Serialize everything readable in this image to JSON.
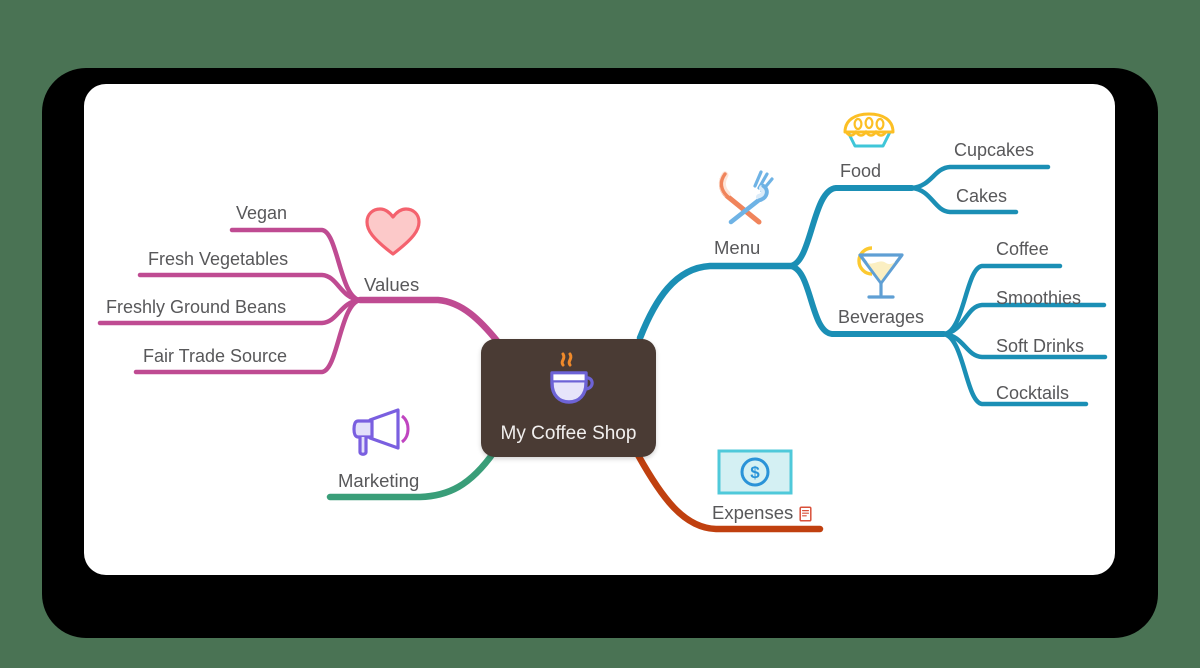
{
  "canvas": {
    "background_color": "#ffffff",
    "frame_color": "#000000",
    "page_background_color": "#4a7354"
  },
  "central": {
    "label": "My Coffee Shop",
    "icon": "coffee-cup-icon",
    "fill_color": "#4a3b34",
    "text_color": "#f1efee"
  },
  "branches": [
    {
      "id": "menu",
      "label": "Menu",
      "color": "#1b8fb5",
      "icon": "knife-fork-icon",
      "side": "right",
      "children": [
        {
          "id": "food",
          "label": "Food",
          "icon": "pie-icon",
          "children": [
            {
              "id": "cupcakes",
              "label": "Cupcakes"
            },
            {
              "id": "cakes",
              "label": "Cakes"
            }
          ]
        },
        {
          "id": "beverages",
          "label": "Beverages",
          "icon": "cocktail-glass-icon",
          "children": [
            {
              "id": "coffee",
              "label": "Coffee"
            },
            {
              "id": "smoothies",
              "label": "Smoothies"
            },
            {
              "id": "soft-drinks",
              "label": "Soft Drinks"
            },
            {
              "id": "cocktails",
              "label": "Cocktails"
            }
          ]
        }
      ]
    },
    {
      "id": "values",
      "label": "Values",
      "color": "#bf4b92",
      "icon": "heart-icon",
      "side": "left",
      "children": [
        {
          "id": "vegan",
          "label": "Vegan"
        },
        {
          "id": "fresh-vegetables",
          "label": "Fresh Vegetables"
        },
        {
          "id": "freshly-ground-beans",
          "label": "Freshly Ground Beans"
        },
        {
          "id": "fair-trade-source",
          "label": "Fair Trade Source"
        }
      ]
    },
    {
      "id": "marketing",
      "label": "Marketing",
      "color": "#3a9e79",
      "icon": "megaphone-icon",
      "side": "left",
      "children": []
    },
    {
      "id": "expenses",
      "label": "Expenses",
      "color": "#c0400f",
      "icon": "banknote-icon",
      "note_icon": "note-icon",
      "side": "right",
      "children": []
    }
  ]
}
